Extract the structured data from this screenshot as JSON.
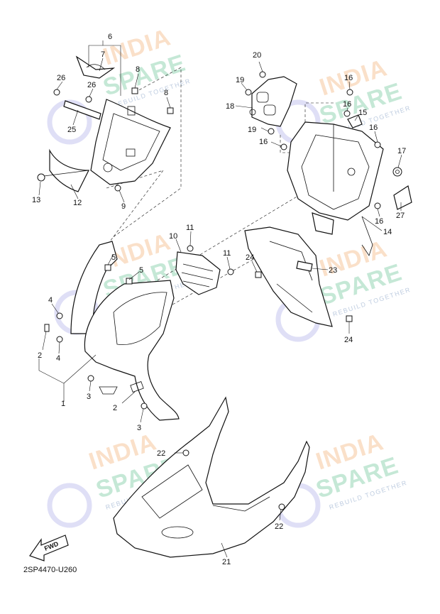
{
  "drawing_code": "2SP4470-U260",
  "fwd_label": "FWD",
  "watermark": {
    "line1": "INDIA",
    "line2": "SPARE",
    "tagline": "REBUILD TOGETHER"
  },
  "callouts": [
    {
      "id": "1",
      "label": "1"
    },
    {
      "id": "2a",
      "label": "2"
    },
    {
      "id": "2b",
      "label": "2"
    },
    {
      "id": "3a",
      "label": "3"
    },
    {
      "id": "3b",
      "label": "3"
    },
    {
      "id": "4a",
      "label": "4"
    },
    {
      "id": "4b",
      "label": "4"
    },
    {
      "id": "5a",
      "label": "5"
    },
    {
      "id": "5b",
      "label": "5"
    },
    {
      "id": "6",
      "label": "6"
    },
    {
      "id": "7",
      "label": "7"
    },
    {
      "id": "8a",
      "label": "8"
    },
    {
      "id": "8b",
      "label": "8"
    },
    {
      "id": "9",
      "label": "9"
    },
    {
      "id": "10",
      "label": "10"
    },
    {
      "id": "11a",
      "label": "11"
    },
    {
      "id": "11b",
      "label": "11"
    },
    {
      "id": "12",
      "label": "12"
    },
    {
      "id": "13",
      "label": "13"
    },
    {
      "id": "14",
      "label": "14"
    },
    {
      "id": "15",
      "label": "15"
    },
    {
      "id": "16a",
      "label": "16"
    },
    {
      "id": "16b",
      "label": "16"
    },
    {
      "id": "16c",
      "label": "16"
    },
    {
      "id": "16d",
      "label": "16"
    },
    {
      "id": "16e",
      "label": "16"
    },
    {
      "id": "17",
      "label": "17"
    },
    {
      "id": "18",
      "label": "18"
    },
    {
      "id": "19a",
      "label": "19"
    },
    {
      "id": "19b",
      "label": "19"
    },
    {
      "id": "20",
      "label": "20"
    },
    {
      "id": "21",
      "label": "21"
    },
    {
      "id": "22a",
      "label": "22"
    },
    {
      "id": "22b",
      "label": "22"
    },
    {
      "id": "23",
      "label": "23"
    },
    {
      "id": "24a",
      "label": "24"
    },
    {
      "id": "24b",
      "label": "24"
    },
    {
      "id": "25",
      "label": "25"
    },
    {
      "id": "26a",
      "label": "26"
    },
    {
      "id": "26b",
      "label": "26"
    },
    {
      "id": "27",
      "label": "27"
    }
  ]
}
